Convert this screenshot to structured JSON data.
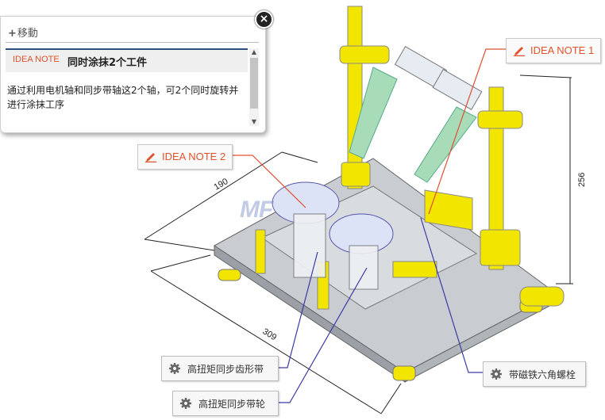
{
  "popup": {
    "move_label": "移動",
    "idea_tag": "IDEA NOTE",
    "title": "同时涂抹2个工件",
    "body": "通过利用电机轴和同步带轴这2个轴，可2个同时旋转并进行涂抹工序",
    "close_icon": "close-icon"
  },
  "notes": {
    "note1": "IDEA NOTE 1",
    "note2": "IDEA NOTE 2"
  },
  "parts": {
    "belt": "高扭矩同步齿形带",
    "pulley": "高扭矩同步带轮",
    "bolt": "带磁铁六角螺栓"
  },
  "dimensions": {
    "width": "190",
    "length": "309",
    "height": "256"
  },
  "watermark": "MF",
  "colors": {
    "accent": "#e0532a",
    "yellow": "#f2e600",
    "leader": "#e05030",
    "leader_blue": "#3a3aa8"
  }
}
